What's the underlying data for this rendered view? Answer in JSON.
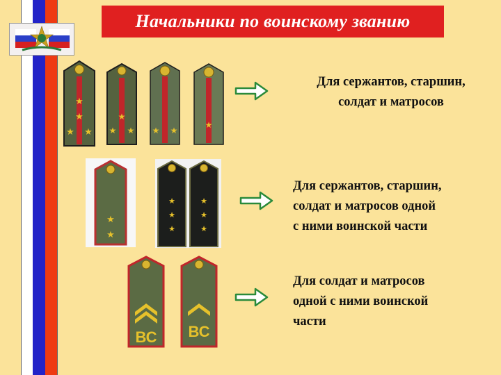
{
  "title": "Начальники по воинскому званию",
  "colors": {
    "background": "#fbe39a",
    "title_bg": "#e02020",
    "arrow_fill": "#ffffff",
    "arrow_border": "#2a8a3a",
    "strap_olive": "#5b6b44",
    "strap_black": "#1c1e1c",
    "piping_red": "#c0262a",
    "star_gold": "#e6c12b"
  },
  "groups": [
    {
      "lines": [
        "Для сержантов, старшин,",
        "солдат и матросов"
      ]
    },
    {
      "lines": [
        "Для сержантов, старшин,",
        "солдат и матросов одной",
        "с ними воинской части"
      ]
    },
    {
      "lines": [
        "Для солдат и матросов",
        "одной с ними воинской",
        "части"
      ]
    }
  ],
  "strap_letters": [
    "ВС",
    "ВС"
  ]
}
